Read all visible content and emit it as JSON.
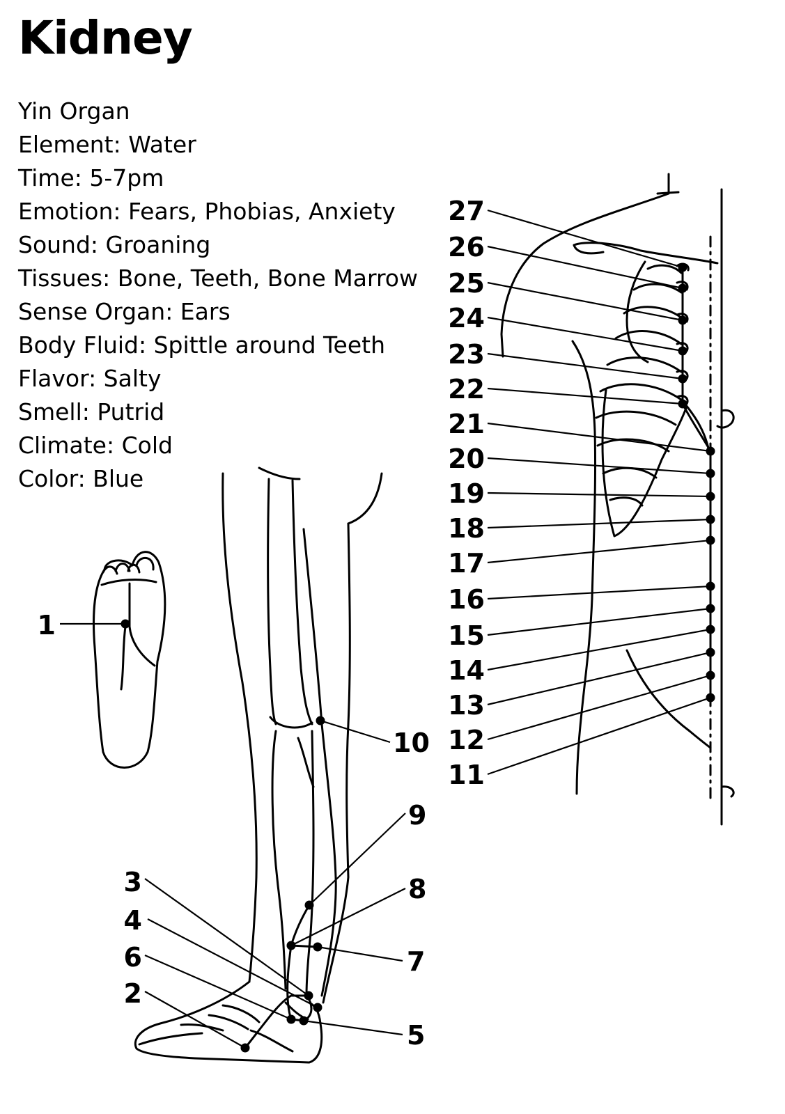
{
  "title": "Kidney",
  "properties": [
    "Yin Organ",
    "Element: Water",
    "Time: 5-7pm",
    "Emotion: Fears, Phobias, Anxiety",
    "Sound: Groaning",
    "Tissues: Bone, Teeth, Bone Marrow",
    "Sense Organ: Ears",
    "Body Fluid: Spittle around Teeth",
    "Flavor: Salty",
    "Smell: Putrid",
    "Climate: Cold",
    "Color: Blue"
  ],
  "points": [
    {
      "label": "1"
    },
    {
      "label": "2"
    },
    {
      "label": "3"
    },
    {
      "label": "4"
    },
    {
      "label": "5"
    },
    {
      "label": "6"
    },
    {
      "label": "7"
    },
    {
      "label": "8"
    },
    {
      "label": "9"
    },
    {
      "label": "10"
    },
    {
      "label": "11"
    },
    {
      "label": "12"
    },
    {
      "label": "13"
    },
    {
      "label": "14"
    },
    {
      "label": "15"
    },
    {
      "label": "16"
    },
    {
      "label": "17"
    },
    {
      "label": "18"
    },
    {
      "label": "19"
    },
    {
      "label": "20"
    },
    {
      "label": "21"
    },
    {
      "label": "22"
    },
    {
      "label": "23"
    },
    {
      "label": "24"
    },
    {
      "label": "25"
    },
    {
      "label": "26"
    },
    {
      "label": "27"
    }
  ]
}
